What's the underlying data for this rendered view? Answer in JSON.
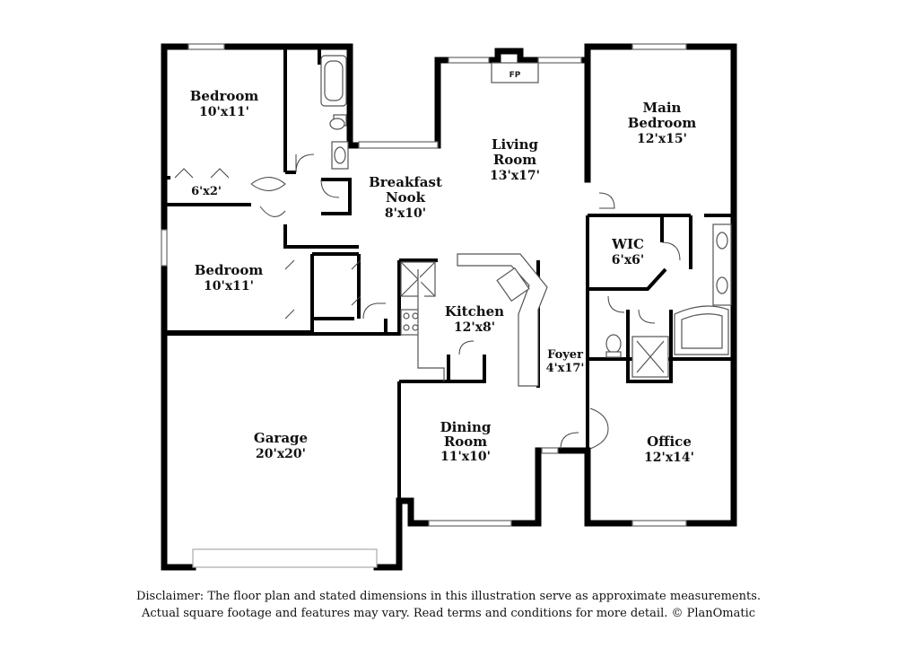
{
  "rooms": {
    "bedroom_top": {
      "name": "Bedroom",
      "dim": "10'x11'"
    },
    "closet_top": {
      "dim": "6'x2'"
    },
    "bedroom_mid": {
      "name": "Bedroom",
      "dim": "10'x11'"
    },
    "garage": {
      "name": "Garage",
      "dim": "20'x20'"
    },
    "breakfast": {
      "name_line1": "Breakfast",
      "name_line2": "Nook",
      "dim": "8'x10'"
    },
    "living": {
      "name_line1": "Living",
      "name_line2": "Room",
      "dim": "13'x17'"
    },
    "kitchen": {
      "name": "Kitchen",
      "dim": "12'x8'"
    },
    "dining": {
      "name_line1": "Dining",
      "name_line2": "Room",
      "dim": "11'x10'"
    },
    "foyer": {
      "name": "Foyer",
      "dim": "4'x17'"
    },
    "main_bedroom": {
      "name_line1": "Main",
      "name_line2": "Bedroom",
      "dim": "12'x15'"
    },
    "wic": {
      "name": "WIC",
      "dim": "6'x6'"
    },
    "office": {
      "name": "Office",
      "dim": "12'x14'"
    }
  },
  "fireplace": {
    "label": "FP"
  },
  "disclaimer": {
    "line1": "Disclaimer: The floor plan and stated dimensions in this illustration serve as approximate measurements.",
    "line2": "Actual square footage and features may vary. Read terms and conditions for more detail. © PlanOmatic"
  }
}
